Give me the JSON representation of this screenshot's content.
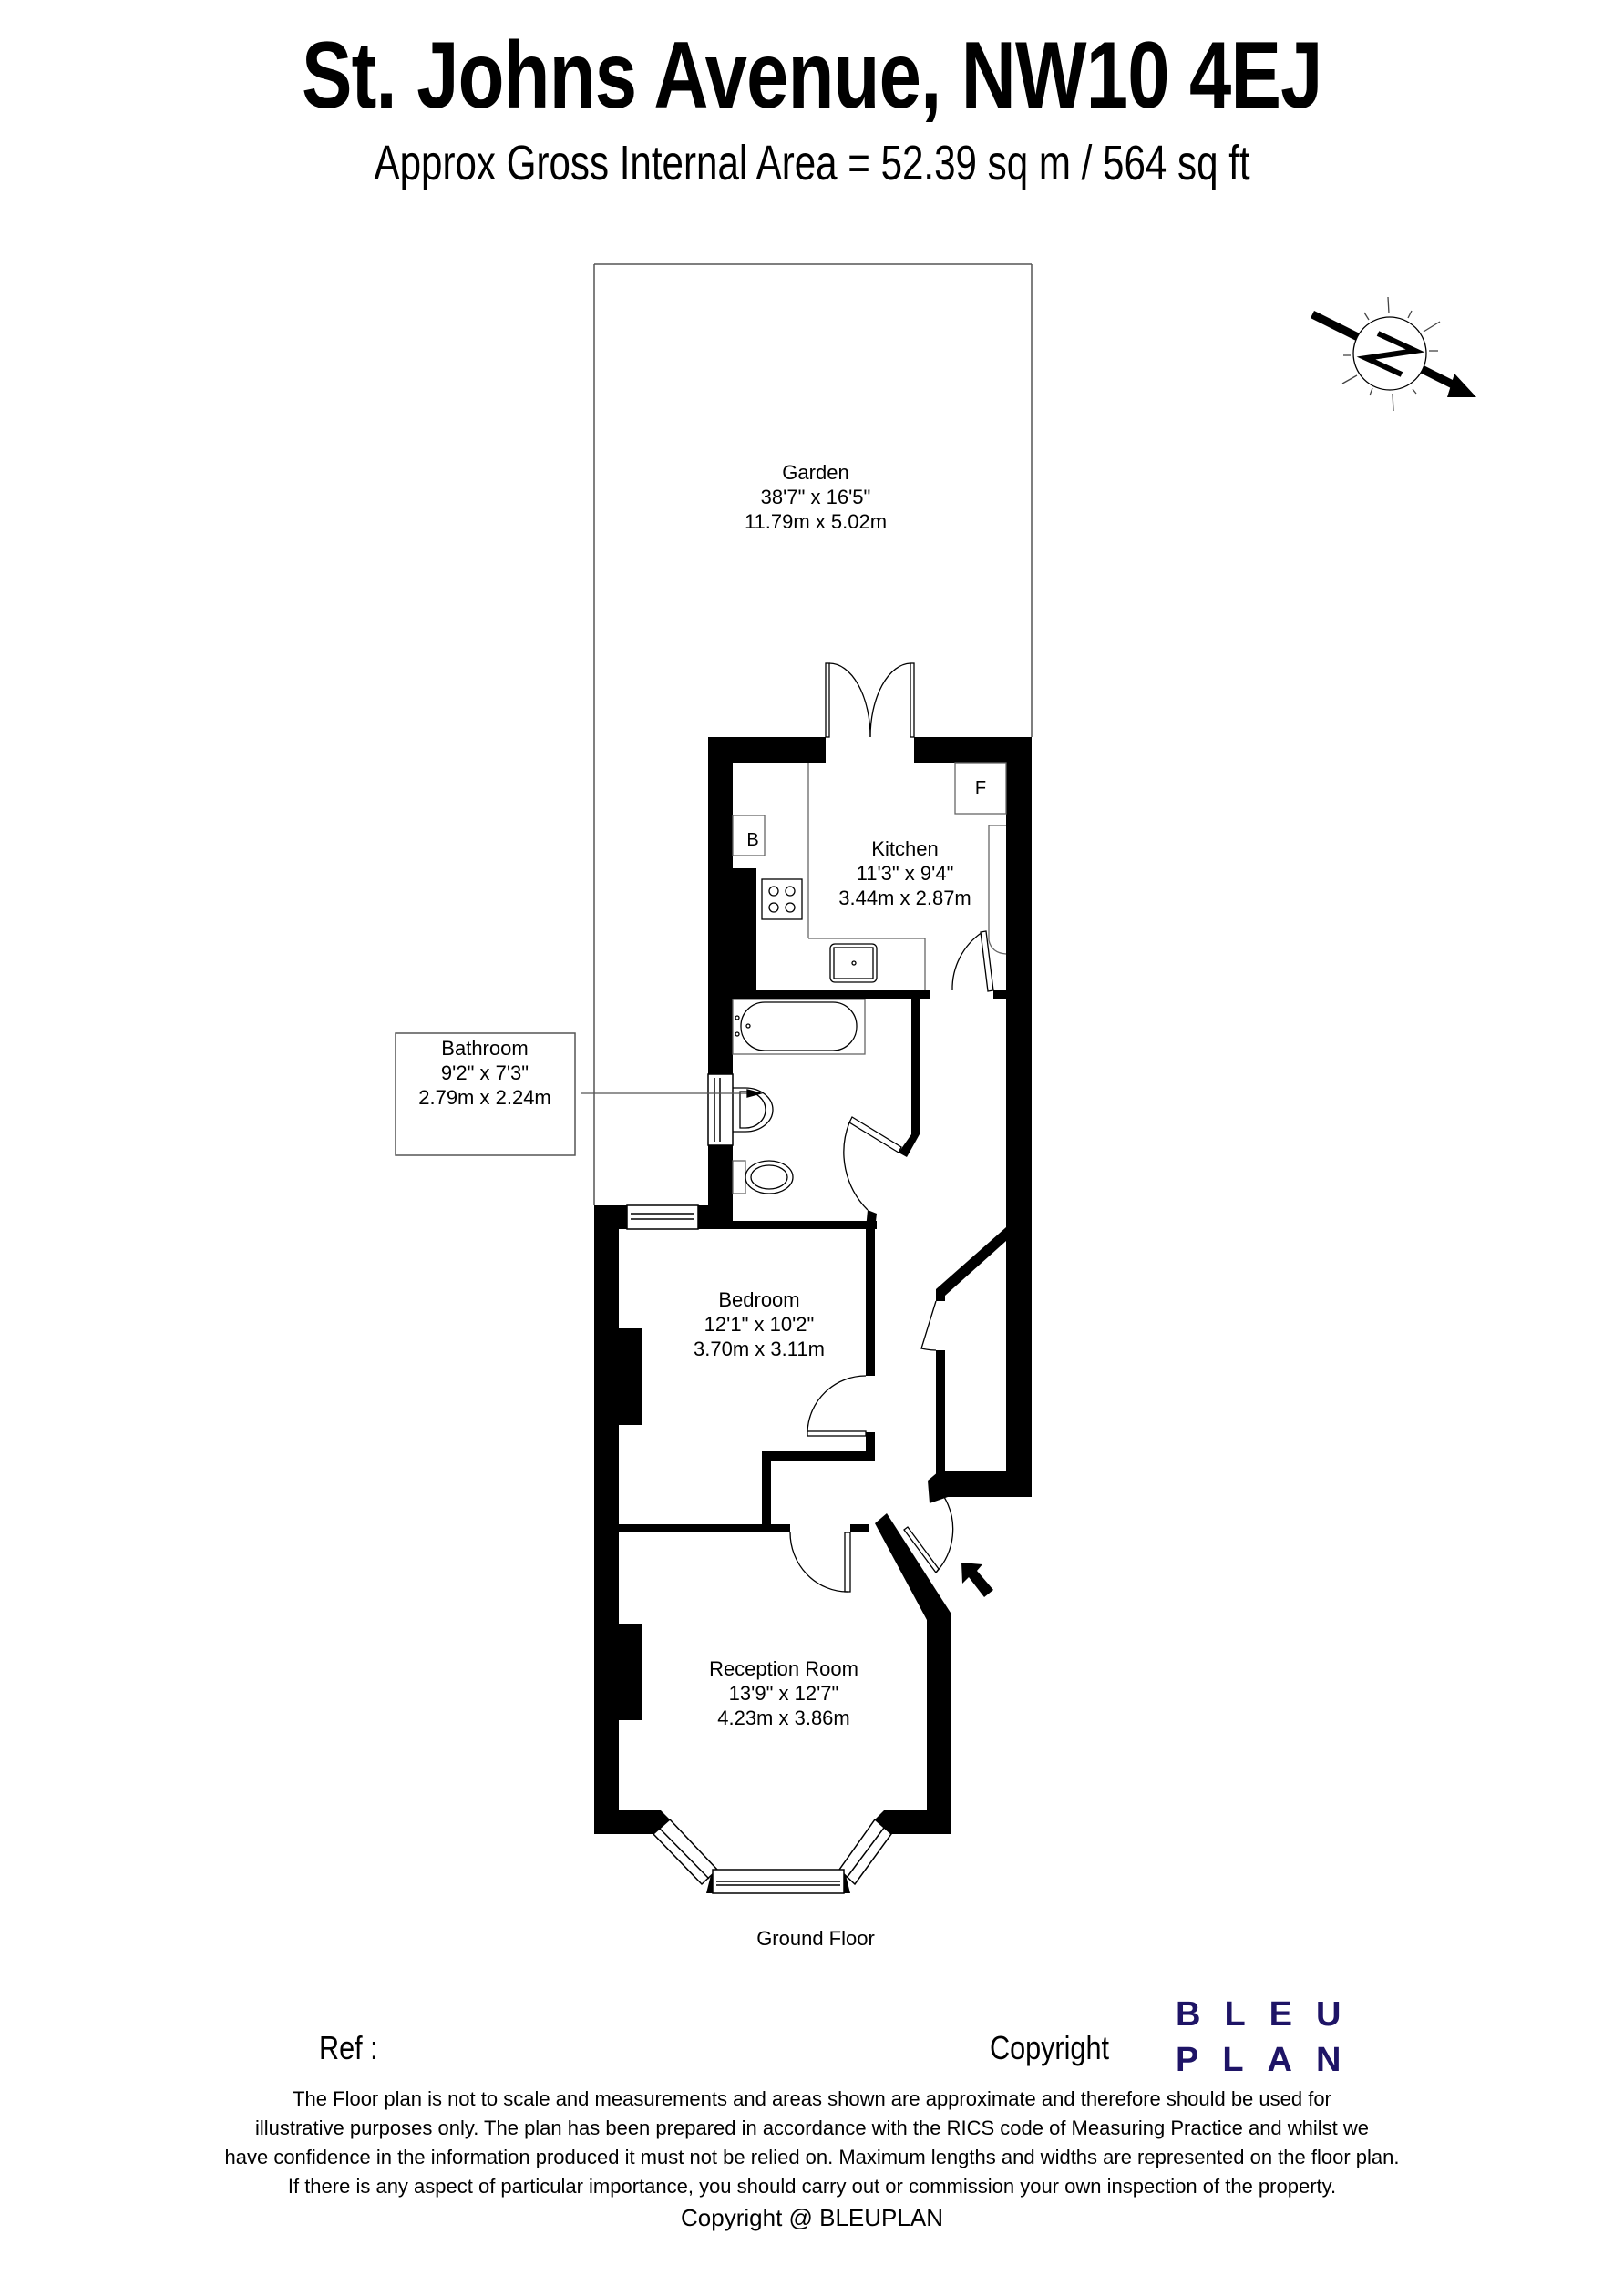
{
  "header": {
    "title": "St. Johns Avenue, NW10 4EJ",
    "subtitle": "Approx Gross Internal Area = 52.39 sq m / 564 sq ft"
  },
  "compass": {
    "icon": "north-compass-icon",
    "label": "N"
  },
  "rooms": {
    "garden": {
      "name": "Garden",
      "imperial": "38'7\" x 16'5\"",
      "metric": "11.79m x 5.02m"
    },
    "kitchen": {
      "name": "Kitchen",
      "imperial": "11'3\" x 9'4\"",
      "metric": "3.44m x 2.87m"
    },
    "bathroom": {
      "name": "Bathroom",
      "imperial": "9'2\" x  7'3\"",
      "metric": "2.79m x 2.24m"
    },
    "bedroom": {
      "name": "Bedroom",
      "imperial": "12'1\" x 10'2\"",
      "metric": "3.70m x 3.11m"
    },
    "reception": {
      "name": "Reception Room",
      "imperial": "13'9\" x 12'7\"",
      "metric": "4.23m x 3.86m"
    }
  },
  "fixtures": {
    "boiler": "B",
    "fridge": "F"
  },
  "floor_label": "Ground Floor",
  "footer": {
    "ref_label": "Ref  :",
    "copyright_label": "Copyright",
    "logo": {
      "line1": "BLEU",
      "line2": "PLAN",
      "color": "#1e1466"
    },
    "disclaimer": [
      "The Floor plan is not to scale and measurements and areas shown are approximate and therefore should be used for",
      "illustrative purposes only. The plan has been prepared in accordance with the RICS code of Measuring Practice and whilst we",
      "have confidence in the information produced it must not be relied on. Maximum lengths and widths are represented on the floor plan.",
      "If there is any aspect of particular importance, you should carry out or commission your own inspection of the property."
    ],
    "copyright_line": "Copyright @ BLEUPLAN"
  }
}
